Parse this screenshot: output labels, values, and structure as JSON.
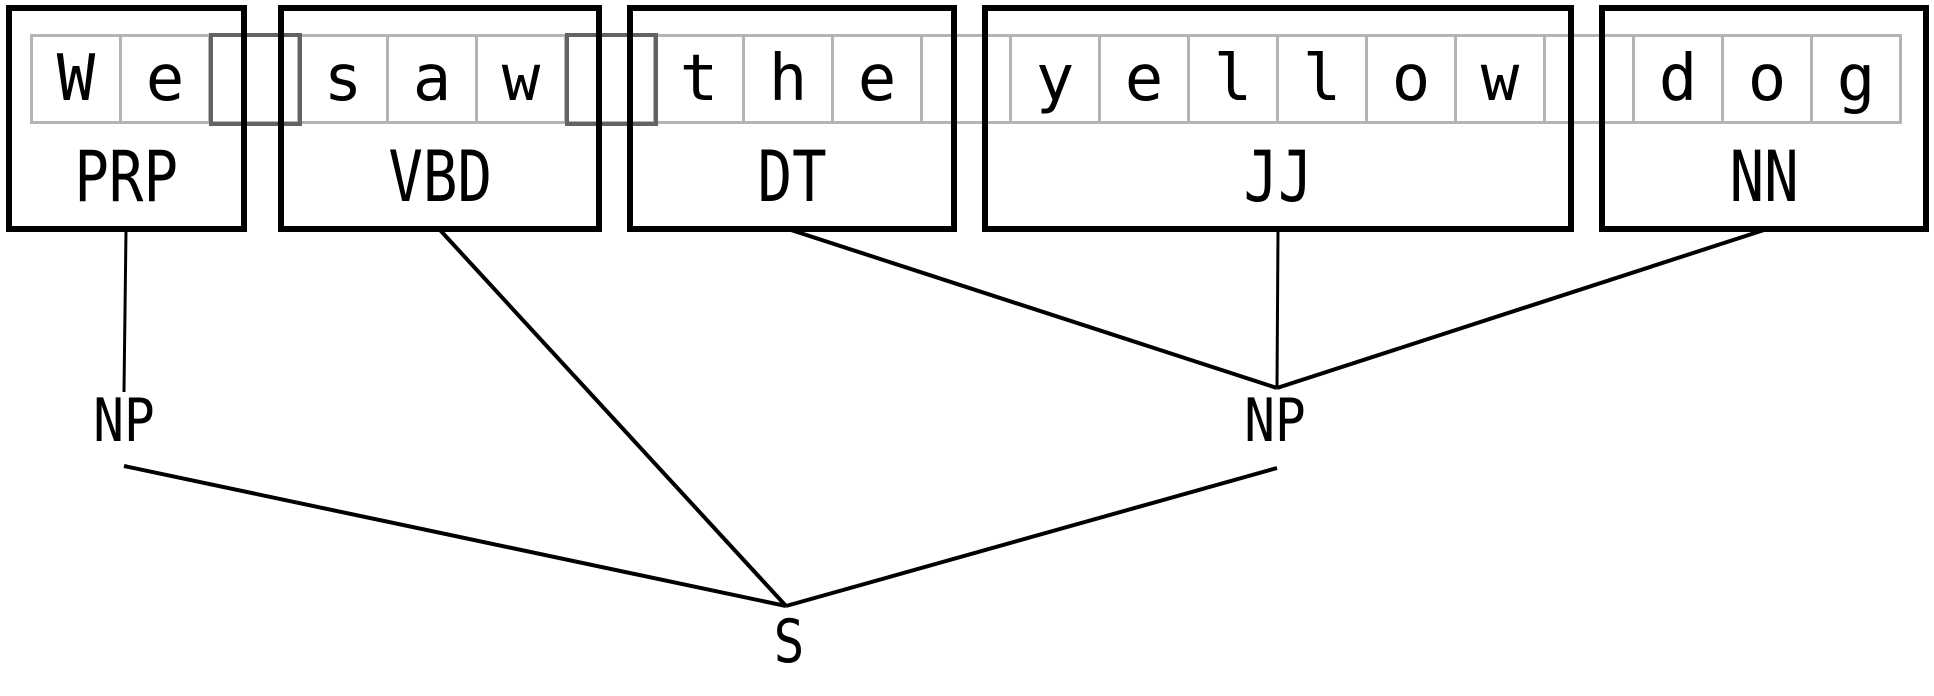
{
  "sentence": "We saw the yellow dog",
  "colors": {
    "background": "#ffffff",
    "line": "#000000",
    "token_box_border": "#000000",
    "char_cell_border": "#b4b4b4",
    "space_marker_border": "#636363",
    "text": "#000000"
  },
  "cells": [
    {
      "char": "W"
    },
    {
      "char": "e"
    },
    {
      "char": ""
    },
    {
      "char": "s"
    },
    {
      "char": "a"
    },
    {
      "char": "w"
    },
    {
      "char": ""
    },
    {
      "char": "t"
    },
    {
      "char": "h"
    },
    {
      "char": "e"
    },
    {
      "char": ""
    },
    {
      "char": "y"
    },
    {
      "char": "e"
    },
    {
      "char": "l"
    },
    {
      "char": "l"
    },
    {
      "char": "o"
    },
    {
      "char": "w"
    },
    {
      "char": ""
    },
    {
      "char": "d"
    },
    {
      "char": "o"
    },
    {
      "char": "g"
    }
  ],
  "tokens": [
    {
      "word": "We",
      "tag": "PRP"
    },
    {
      "word": "saw",
      "tag": "VBD"
    },
    {
      "word": "the",
      "tag": "DT"
    },
    {
      "word": "yellow",
      "tag": "JJ"
    },
    {
      "word": "dog",
      "tag": "NN"
    }
  ],
  "phrases": [
    {
      "label": "NP",
      "covers": "We",
      "children": [
        "PRP"
      ]
    },
    {
      "label": "NP",
      "covers": "the yellow dog",
      "children": [
        "DT",
        "JJ",
        "NN"
      ]
    }
  ],
  "root": {
    "label": "S",
    "children": [
      "NP",
      "VBD",
      "NP"
    ]
  }
}
